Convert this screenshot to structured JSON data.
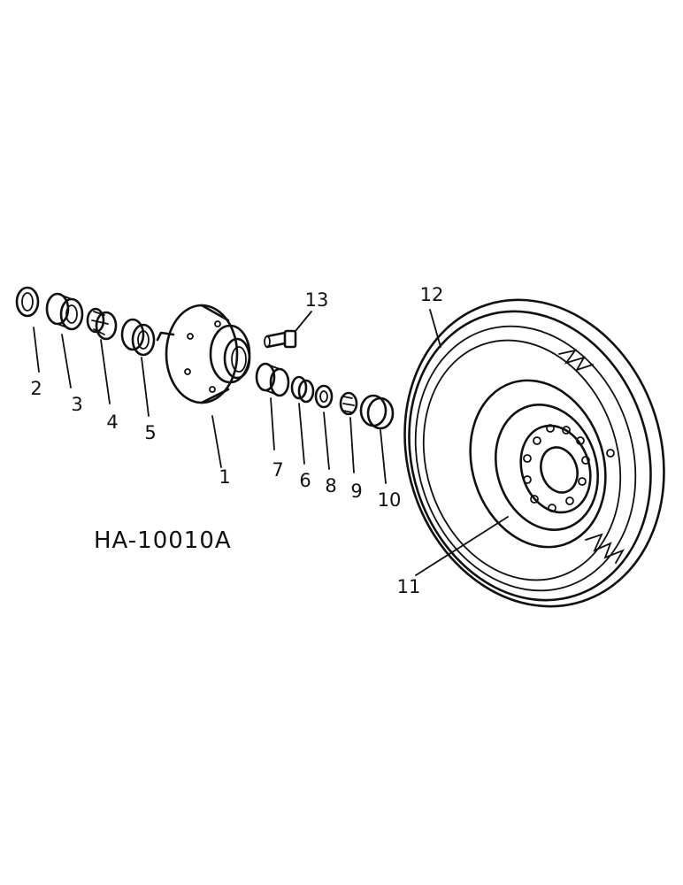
{
  "drawing_code": "HA-10010A",
  "callouts": [
    "1",
    "2",
    "3",
    "4",
    "5",
    "6",
    "7",
    "8",
    "9",
    "10",
    "11",
    "12",
    "13"
  ],
  "colors": {
    "ink": "#111111",
    "paper": "#ffffff"
  }
}
